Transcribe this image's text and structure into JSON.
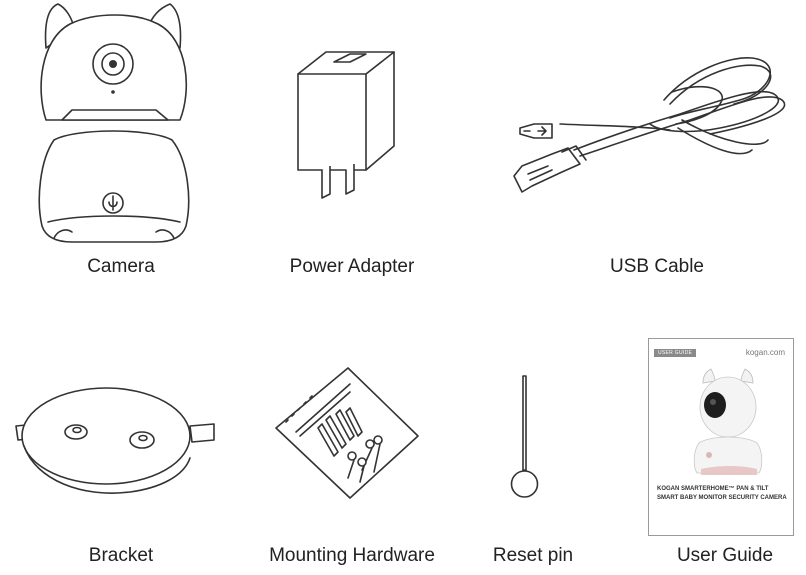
{
  "items": [
    {
      "label": "Camera",
      "icon": "camera-icon"
    },
    {
      "label": "Power Adapter",
      "icon": "power-adapter-icon"
    },
    {
      "label": "USB Cable",
      "icon": "usb-cable-icon"
    },
    {
      "label": "Bracket",
      "icon": "bracket-icon"
    },
    {
      "label": "Mounting Hardware",
      "icon": "mounting-hardware-icon"
    },
    {
      "label": "Reset pin",
      "icon": "reset-pin-icon"
    },
    {
      "label": "User Guide",
      "icon": "user-guide-icon"
    }
  ],
  "user_guide_cover": {
    "tag": "USER GUIDE",
    "brand": "kogan.com",
    "title": "KOGAN SMARTERHOME™ PAN & TILT SMART BABY MONITOR SECURITY CAMERA"
  }
}
